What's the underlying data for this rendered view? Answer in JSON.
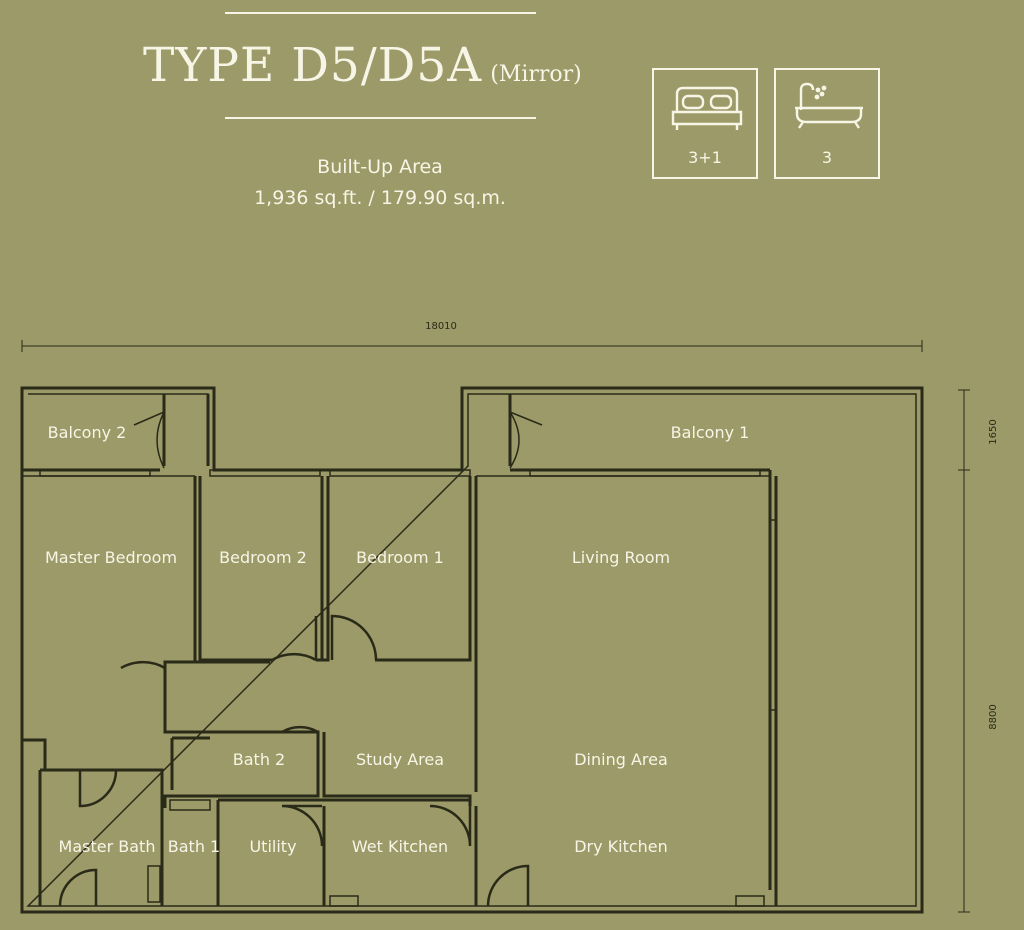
{
  "header": {
    "title": "TYPE D5/D5A",
    "title_suffix": "(Mirror)",
    "area_label": "Built-Up Area",
    "area_value": "1,936 sq.ft. / 179.90 sq.m."
  },
  "specs": [
    {
      "icon": "bed-icon",
      "value": "3+1"
    },
    {
      "icon": "bathtub-icon",
      "value": "3"
    }
  ],
  "dimensions": {
    "width": "18010",
    "balcony_depth": "1650",
    "main_depth": "8800"
  },
  "rooms": {
    "balcony_2": "Balcony 2",
    "balcony_1": "Balcony 1",
    "master_bedroom": "Master Bedroom",
    "bedroom_2": "Bedroom 2",
    "bedroom_1": "Bedroom 1",
    "living_room": "Living Room",
    "bath_2": "Bath 2",
    "study_area": "Study Area",
    "dining_area": "Dining Area",
    "master_bath": "Master Bath",
    "bath_1": "Bath 1",
    "utility": "Utility",
    "wet_kitchen": "Wet Kitchen",
    "dry_kitchen": "Dry Kitchen"
  },
  "colors": {
    "background": "#9b9a68",
    "text": "#f7f5e6",
    "walls": "#2a2a18"
  }
}
